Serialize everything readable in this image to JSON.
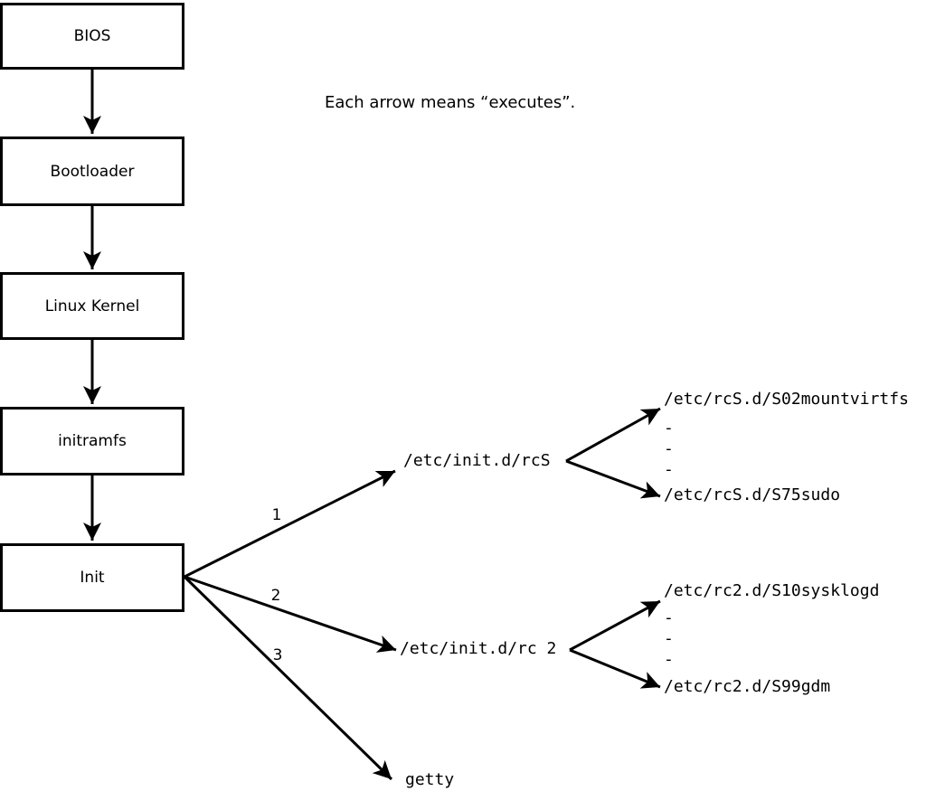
{
  "note": "Each arrow means “executes”.",
  "chain": [
    {
      "label": "BIOS"
    },
    {
      "label": "Bootloader"
    },
    {
      "label": "Linux Kernel"
    },
    {
      "label": "initramfs"
    },
    {
      "label": "Init"
    }
  ],
  "init_branches": [
    {
      "number": "1",
      "target": "/etc/init.d/rcS"
    },
    {
      "number": "2",
      "target": "/etc/init.d/rc 2"
    },
    {
      "number": "3",
      "target": "getty"
    }
  ],
  "rcS_scripts": {
    "first": "/etc/rcS.d/S02mountvirtfs",
    "ellipsis": [
      "-",
      "-",
      "-"
    ],
    "last": "/etc/rcS.d/S75sudo"
  },
  "rc2_scripts": {
    "first": "/etc/rc2.d/S10sysklogd",
    "ellipsis": [
      "-",
      "-",
      "-"
    ],
    "last": "/etc/rc2.d/S99gdm"
  },
  "colors": {
    "line": "#000000",
    "background": "#ffffff"
  }
}
